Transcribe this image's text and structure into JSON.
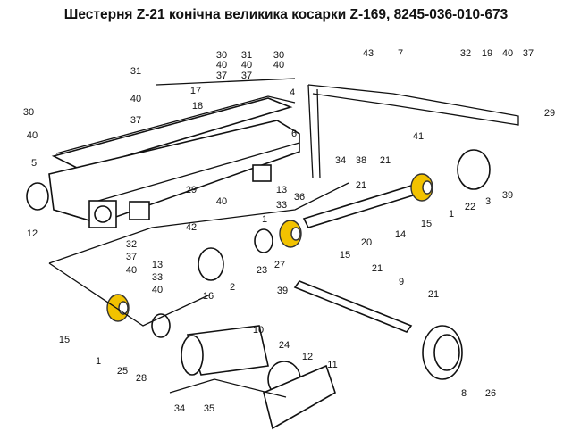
{
  "title": "Шестерня Z-21 конічна великика косарки Z-169, 8245-036-010-673",
  "highlight_color": "#f2c200",
  "callouts": [
    "31",
    "40",
    "37",
    "30",
    "40",
    "5",
    "12",
    "30",
    "40",
    "37",
    "31",
    "40",
    "37",
    "30",
    "40",
    "17",
    "18",
    "4",
    "6",
    "43",
    "7",
    "32",
    "19",
    "40",
    "37",
    "29",
    "41",
    "34",
    "38",
    "21",
    "36",
    "21",
    "13",
    "40",
    "29",
    "33",
    "1",
    "42",
    "39",
    "3",
    "22",
    "1",
    "15",
    "14",
    "20",
    "15",
    "32",
    "37",
    "40",
    "13",
    "33",
    "40",
    "2",
    "23",
    "27",
    "16",
    "39",
    "21",
    "9",
    "21",
    "15",
    "1",
    "25",
    "28",
    "10",
    "24",
    "12",
    "11",
    "8",
    "26",
    "34",
    "35"
  ]
}
